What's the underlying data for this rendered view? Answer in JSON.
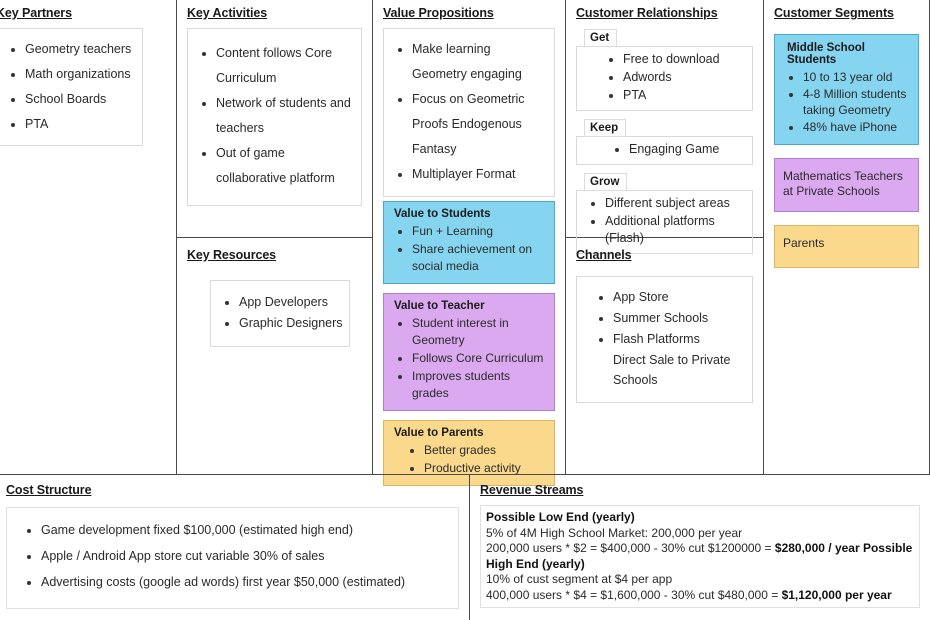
{
  "canvas": {
    "colors": {
      "blue": "#86d5f0",
      "purple": "#dba9f0",
      "yellow": "#fad98c",
      "rule": "#4a4a4a",
      "box_border": "#d9d9d9"
    }
  },
  "key_partners": {
    "title": "Key Partners",
    "items": [
      "Geometry teachers",
      "Math organizations",
      "School Boards",
      "PTA"
    ]
  },
  "key_activities": {
    "title": "Key Activities",
    "items": [
      "Content follows Core Curriculum",
      "Network of students and teachers",
      "Out of game collaborative platform"
    ]
  },
  "key_resources": {
    "title": "Key Resources",
    "items": [
      "App Developers",
      "Graphic Designers"
    ]
  },
  "value_propositions": {
    "title": "Value Propositions",
    "items": [
      "Make learning Geometry engaging",
      "Focus on Geometric Proofs Endogenous Fantasy",
      "Multiplayer Format"
    ],
    "cards": [
      {
        "title": "Value to Students",
        "color": "blue",
        "items": [
          "Fun + Learning",
          "Share achievement on social media"
        ]
      },
      {
        "title": "Value to Teacher",
        "color": "purple",
        "items": [
          "Student interest in Geometry",
          "Follows Core Curriculum",
          "Improves students grades"
        ]
      },
      {
        "title": "Value to Parents",
        "color": "yellow",
        "items": [
          "Better grades",
          "Productive activity"
        ]
      }
    ]
  },
  "customer_relationships": {
    "title": "Customer Relationships",
    "groups": [
      {
        "label": "Get",
        "items": [
          "Free to download",
          "Adwords",
          "PTA"
        ]
      },
      {
        "label": "Keep",
        "items": [
          "Engaging Game"
        ]
      },
      {
        "label": "Grow",
        "items": [
          "Different subject areas",
          "Additional platforms (Flash)"
        ]
      }
    ]
  },
  "channels": {
    "title": "Channels",
    "items": [
      "App Store",
      "Summer Schools",
      "Flash Platforms"
    ],
    "continuation": [
      "Direct Sale to Private",
      "Schools"
    ]
  },
  "customer_segments": {
    "title": "Customer Segments",
    "segments": [
      {
        "title": "Middle School Students",
        "color": "blue",
        "items": [
          "10 to 13 year old",
          "4-8 Million students taking Geometry",
          "48% have iPhone"
        ]
      },
      {
        "title": "Mathematics Teachers at Private Schools",
        "color": "purple",
        "items": []
      },
      {
        "title": "Parents",
        "color": "yellow",
        "items": []
      }
    ]
  },
  "cost_structure": {
    "title": "Cost Structure",
    "items": [
      "Game development fixed $100,000 (estimated high end)",
      "Apple / Android App store cut variable 30% of sales",
      "Advertising costs (google ad words)  first year $50,000 (estimated)"
    ]
  },
  "revenue_streams": {
    "title": "Revenue Streams",
    "lines": [
      {
        "text": "Possible Low End (yearly)",
        "bold": true
      },
      {
        "text": "5% of 4M High School Market:  200,000 per year",
        "bold": false
      },
      {
        "text": "200,000 users * $2 = $400,000 - 30% cut $1200000 = ",
        "bold": false,
        "tail": "$280,000 / year Possible High End (yearly)",
        "tail_bold": true
      },
      {
        "text": "10% of cust segment at $4 per app",
        "bold": false
      },
      {
        "text": "400,000 users * $4 = $1,600,000 - 30% cut $480,000 = ",
        "bold": false,
        "tail": "$1,120,000 per year",
        "tail_bold": true
      }
    ]
  }
}
